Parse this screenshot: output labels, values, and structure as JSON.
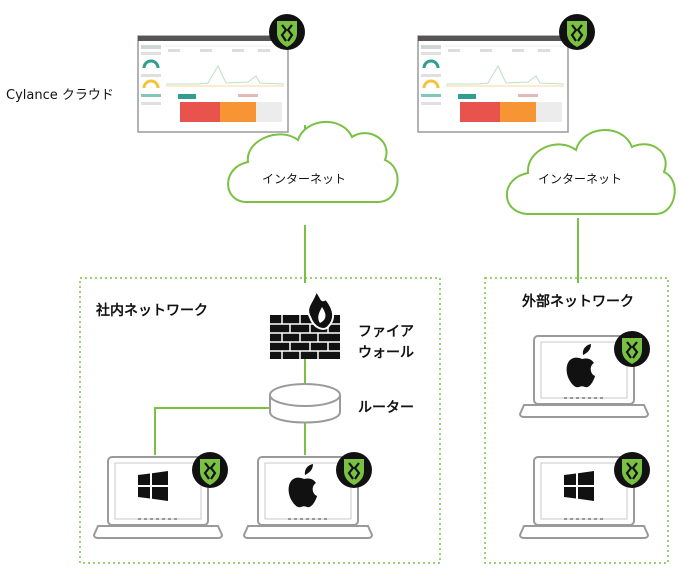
{
  "labels": {
    "cloud_service": "Cylance クラウド",
    "internet": "インターネット",
    "internal_network": "社内ネットワーク",
    "external_network": "外部ネットワーク",
    "firewall": "ファイア",
    "firewall_line2": "ウォール",
    "router": "ルーター"
  },
  "colors": {
    "accent_green": "#7ac143",
    "shield_dark": "#111111",
    "dashboard_red": "#e8534d",
    "dashboard_orange": "#f79433",
    "dashboard_teal": "#2f9e8f",
    "dashboard_yellow": "#f3c43b",
    "border_gray": "#8a8a8a"
  },
  "icons": {
    "shield": "cylance-shield-icon",
    "windows": "windows-logo-icon",
    "apple": "apple-logo-icon",
    "firewall": "firewall-icon",
    "router": "router-icon",
    "laptop": "laptop-icon",
    "cloud": "cloud-icon"
  }
}
